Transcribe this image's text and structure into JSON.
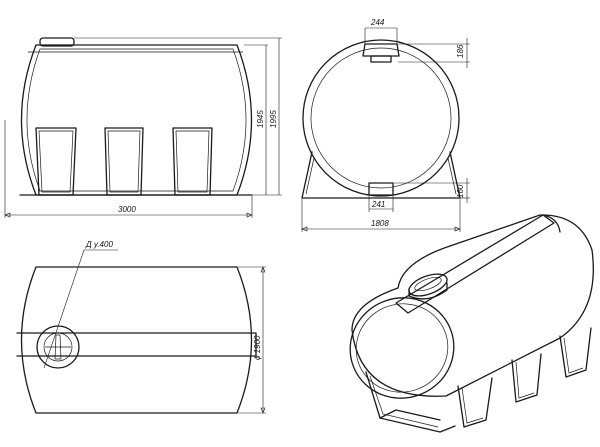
{
  "labels": {
    "length": "3000",
    "height_inner": "1945",
    "height_outer": "1995",
    "top_hatch_width": "244",
    "top_hatch_height": "186",
    "bottom_block_width": "241",
    "bottom_block_height": "160",
    "tank_width": "1808",
    "diameter_callout": "Д у.400",
    "diameter": "ϕ 1900"
  }
}
